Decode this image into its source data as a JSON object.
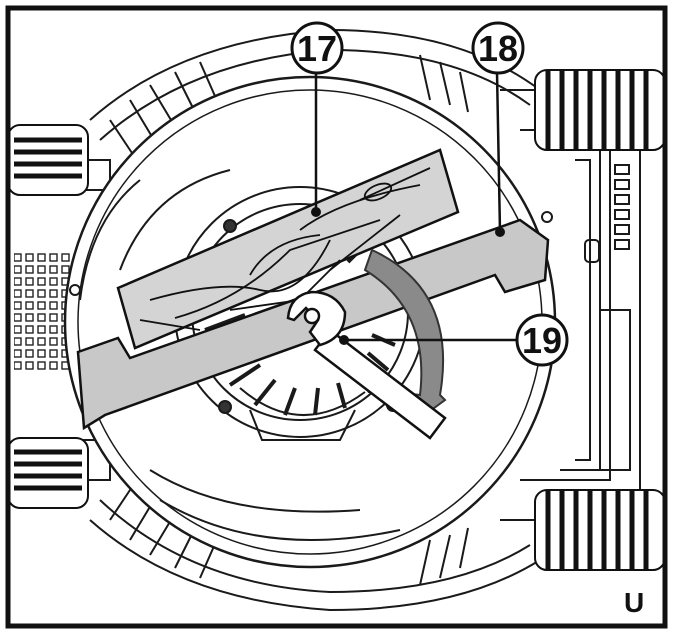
{
  "figure": {
    "letter": "U",
    "callouts": [
      {
        "id": "17",
        "label": "17"
      },
      {
        "id": "18",
        "label": "18"
      },
      {
        "id": "19",
        "label": "19"
      }
    ],
    "colors": {
      "frame": "#111111",
      "line": "#1a1a1a",
      "blade": "#c8c8c8",
      "wood": "#cfcfcf",
      "arrow": "#8a8a8a",
      "background": "#ffffff"
    }
  }
}
